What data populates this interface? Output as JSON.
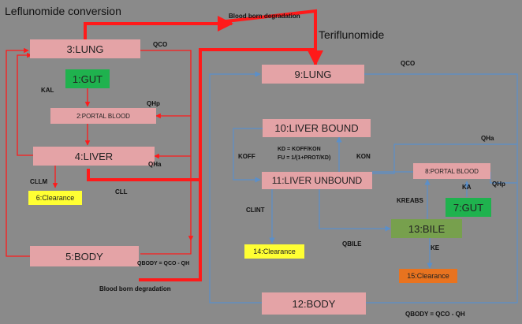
{
  "titles": {
    "leflunomide": "Leflunomide conversion",
    "teriflunomide": "Teriflunomide"
  },
  "nodes": {
    "lung3": "3:LUNG",
    "gut1": "1:GUT",
    "portal2": "2:PORTAL BLOOD",
    "liver4": "4:LIVER",
    "clearance6": "6:Clearance",
    "body5": "5:BODY",
    "lung9": "9:LUNG",
    "liverbound10": "10:LIVER BOUND",
    "liverunbound11": "11:LIVER UNBOUND",
    "portal8": "8:PORTAL BLOOD",
    "gut7": "7:GUT",
    "bile13": "13:BILE",
    "clearance14": "14:Clearance",
    "clearance15": "15:Clearance",
    "body12": "12:BODY"
  },
  "labels": {
    "blood_top": "Blood born degradation",
    "blood_bottom": "Blood born degradation",
    "qco_left": "QCO",
    "qco_right": "QCO",
    "kal": "KAL",
    "qhp_left": "QHp",
    "qha_left": "QHa",
    "cllm": "CLLM",
    "cll": "CLL",
    "qbody_left": "QBODY = QCO - QH",
    "kd_eq": "KD = KOFF/KON",
    "fu_eq": "FU = 1/(1+PROT/KD)",
    "koff": "KOFF",
    "kon": "KON",
    "qha_right": "QHa",
    "qhp_right": "QHp",
    "ka": "KA",
    "kreabs": "KREABS",
    "clint": "CLINT",
    "qbile": "QBILE",
    "ke": "KE",
    "qbody_right": "QBODY = QCO - QH"
  },
  "colors": {
    "background": "#8a8a8a",
    "node_pink": "#e4a3a6",
    "gut_green": "#1fb24e",
    "bile_green": "#77a04d",
    "clearance_yellow": "#ffff33",
    "clearance_orange": "#e8731f",
    "red_arrow": "#ff1a1a",
    "blue_arrow": "#5b8fc9"
  }
}
